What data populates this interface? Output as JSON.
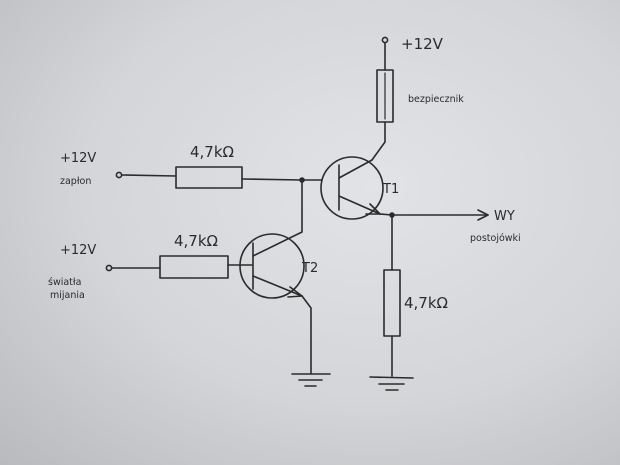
{
  "supply": {
    "top": "+12V",
    "in1": "+12V",
    "in2": "+12V"
  },
  "fuse": "bezpiecznik",
  "resistors": {
    "r1": "4,7kΩ",
    "r2": "4,7kΩ",
    "r3": "4,7kΩ"
  },
  "inputs": {
    "in1": "zapłon",
    "in2_line1": "światła",
    "in2_line2": "mijania"
  },
  "transistors": {
    "t1": "T1",
    "t2": "T2"
  },
  "output": {
    "label": "WY",
    "sub": "postojówki"
  }
}
